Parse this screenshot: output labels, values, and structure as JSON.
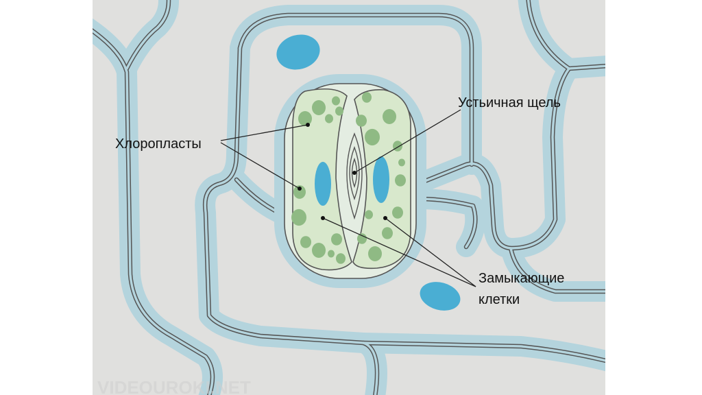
{
  "labels": {
    "chloroplasts": "Хлоропласты",
    "stomatal_pore": "Устьичная щель",
    "guard_cells_line1": "Замыкающие",
    "guard_cells_line2": "клетки"
  },
  "watermark": "VIDEOUROKI.NET",
  "colors": {
    "background": "#e0e0de",
    "cell_wall": "#b4d4dd",
    "wall_line": "#555555",
    "guard_cell": "#d8e8cc",
    "chloroplast": "#8fba84",
    "nucleus": "#4aaed3"
  }
}
